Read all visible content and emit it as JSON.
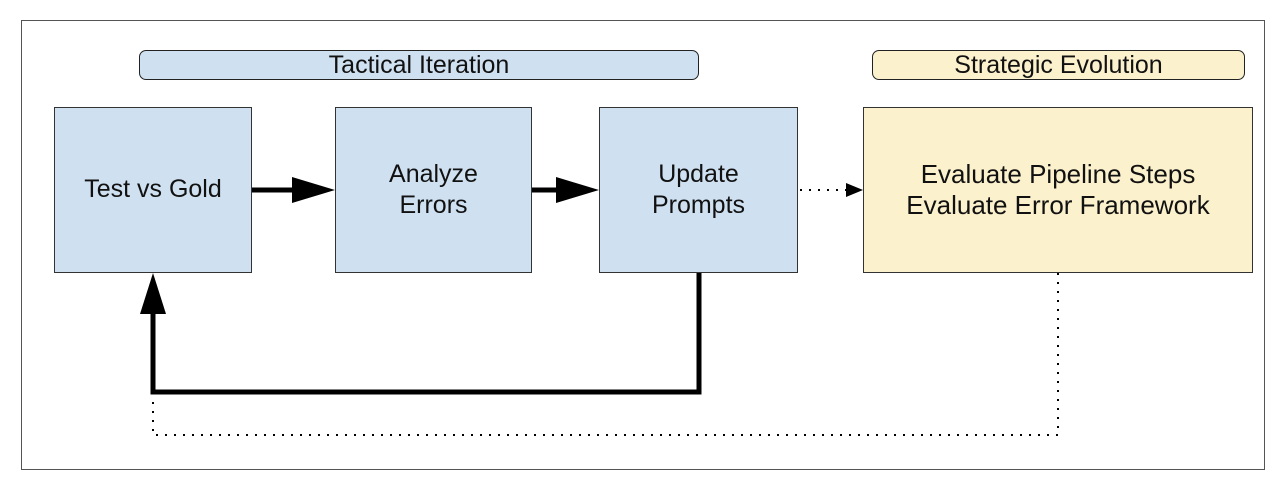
{
  "colors": {
    "tactical_fill": "#cfe0f1",
    "strategic_fill": "#fcf1cd",
    "stroke": "#000000"
  },
  "groups": {
    "tactical": "Tactical Iteration",
    "strategic": "Strategic Evolution"
  },
  "nodes": {
    "test": {
      "lines": [
        "Test vs Gold"
      ]
    },
    "analyze": {
      "lines": [
        "Analyze",
        "Errors"
      ]
    },
    "update": {
      "lines": [
        "Update",
        "Prompts"
      ]
    },
    "evaluate": {
      "lines": [
        "Evaluate Pipeline Steps",
        "Evaluate Error Framework"
      ]
    }
  },
  "edges": [
    {
      "from": "test",
      "to": "analyze",
      "style": "solid"
    },
    {
      "from": "analyze",
      "to": "update",
      "style": "solid"
    },
    {
      "from": "update",
      "to": "evaluate",
      "style": "dotted"
    },
    {
      "from": "update",
      "to": "test",
      "style": "solid"
    },
    {
      "from": "evaluate",
      "to": "test",
      "style": "dotted"
    }
  ]
}
